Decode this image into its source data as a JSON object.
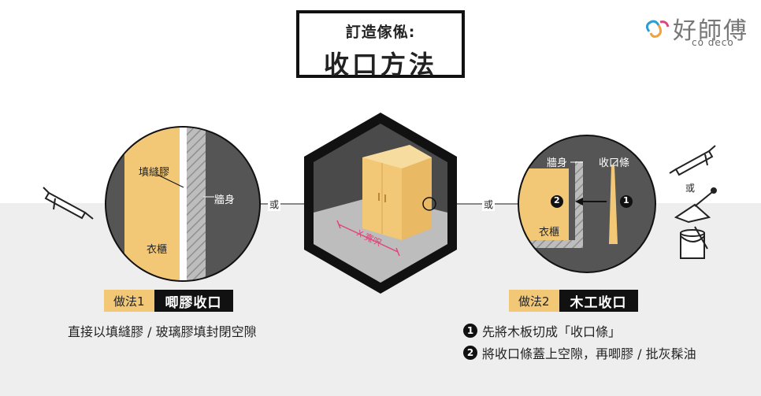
{
  "header": {
    "title_small": "訂造傢俬:",
    "title_big": "收口方法"
  },
  "logo": {
    "text": "好師傅",
    "sub": "co deco"
  },
  "center": {
    "dimension_label": "X 寬呎"
  },
  "connector": {
    "or": "或"
  },
  "method1": {
    "num": "做法1",
    "name": "唧膠收口",
    "desc": "直接以填縫膠 / 玻璃膠填封閉空隙",
    "labels": {
      "filler": "填縫膠",
      "wall": "牆身",
      "cabinet": "衣櫃"
    }
  },
  "method2": {
    "num": "做法2",
    "name": "木工收口",
    "labels": {
      "wall": "牆身",
      "strip": "收口條",
      "cabinet": "衣櫃",
      "marker1": "1",
      "marker2": "2"
    },
    "steps": [
      {
        "n": "1",
        "text": "先將木板切成「收口條」"
      },
      {
        "n": "2",
        "text": "將收口條蓋上空隙，再唧膠 / 批灰髹油"
      }
    ]
  },
  "colors": {
    "accent": "#f2c877",
    "dark": "#555555",
    "black": "#111111",
    "band": "#eeeeee"
  }
}
